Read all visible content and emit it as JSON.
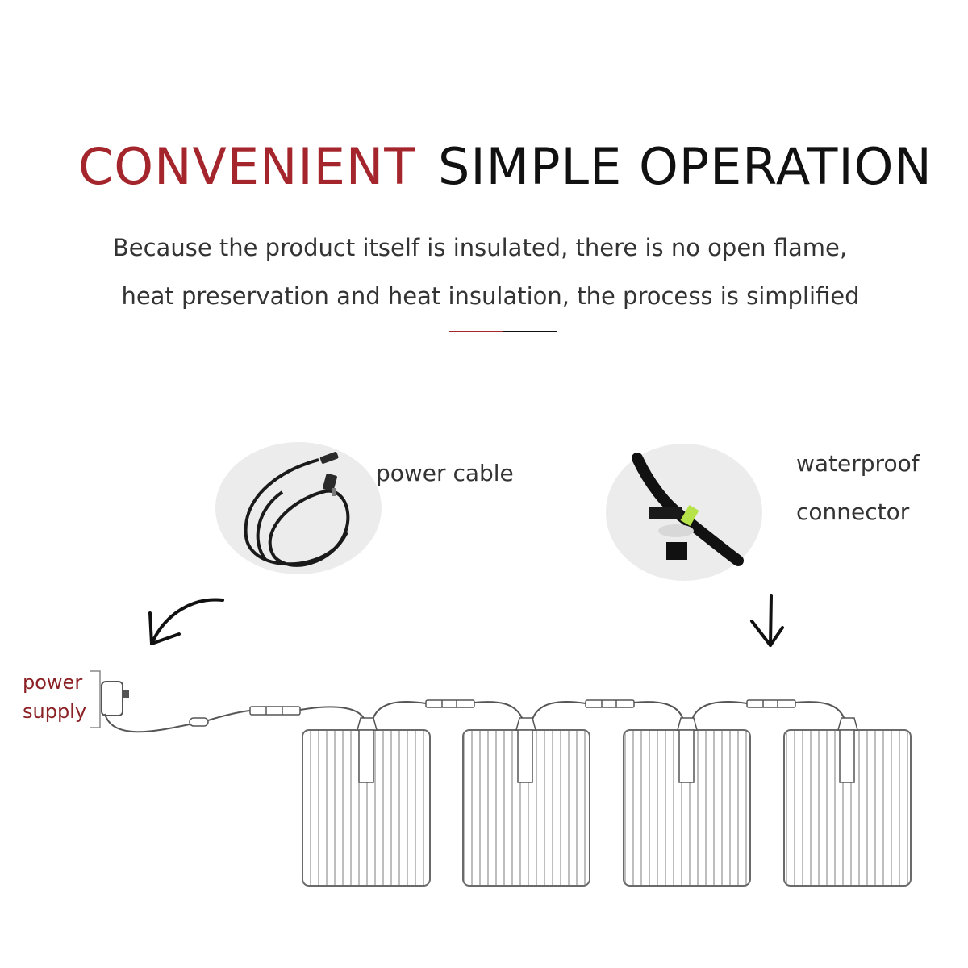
{
  "heading": {
    "accent": "CONVENIENT",
    "main": "SIMPLE OPERATION"
  },
  "description": {
    "line1": "Because the product itself is insulated, there is no open flame,",
    "line2": "heat preservation and heat insulation, the process is simplified"
  },
  "labels": {
    "power_cable": "power cable",
    "waterproof_connector_line1": "waterproof",
    "waterproof_connector_line2": "connector",
    "power_supply_line1": "power",
    "power_supply_line2": "supply"
  },
  "colors": {
    "accent": "#a4262c",
    "text": "#333333",
    "line": "#555555"
  },
  "icons": [
    "curved-arrow-icon",
    "down-arrow-icon",
    "power-plug-icon"
  ]
}
